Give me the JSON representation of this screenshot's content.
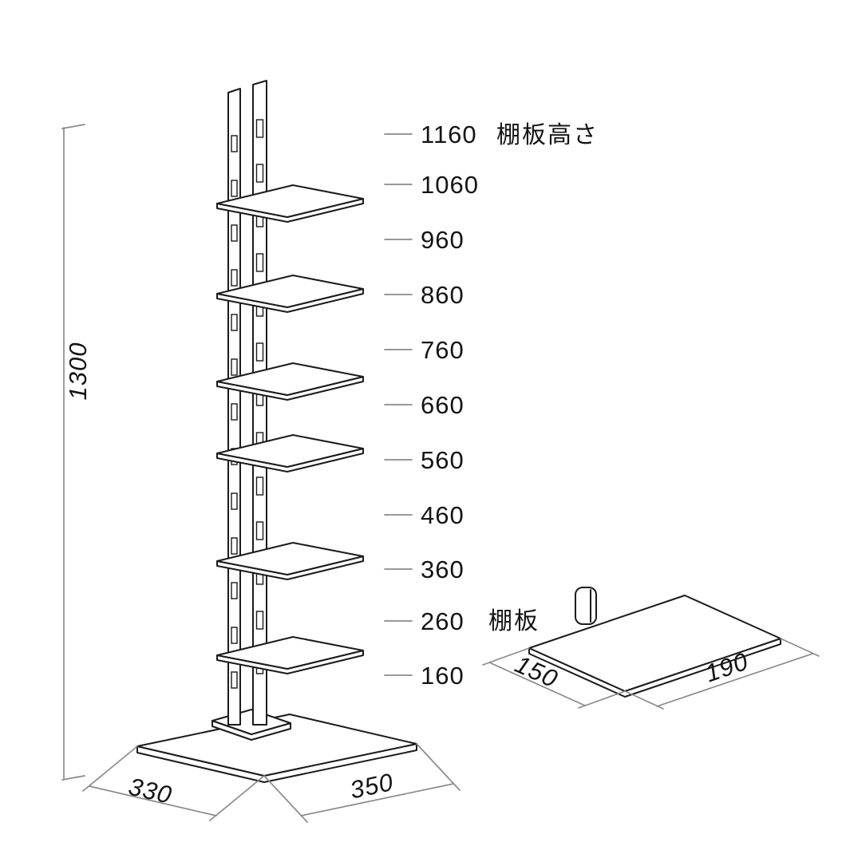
{
  "diagram": {
    "overall_height_mm": "1300",
    "shelf_height_title": "棚板高さ",
    "shelf_heights_mm": [
      "1160",
      "1060",
      "960",
      "860",
      "760",
      "660",
      "560",
      "460",
      "360",
      "260",
      "160"
    ],
    "base": {
      "depth_mm": "330",
      "width_mm": "350"
    },
    "shelf_detail": {
      "label": "棚板",
      "depth_mm": "150",
      "width_mm": "190"
    },
    "colors": {
      "line": "#1b1b1b",
      "dimension_line": "#8a8a8a",
      "background": "#ffffff"
    }
  }
}
